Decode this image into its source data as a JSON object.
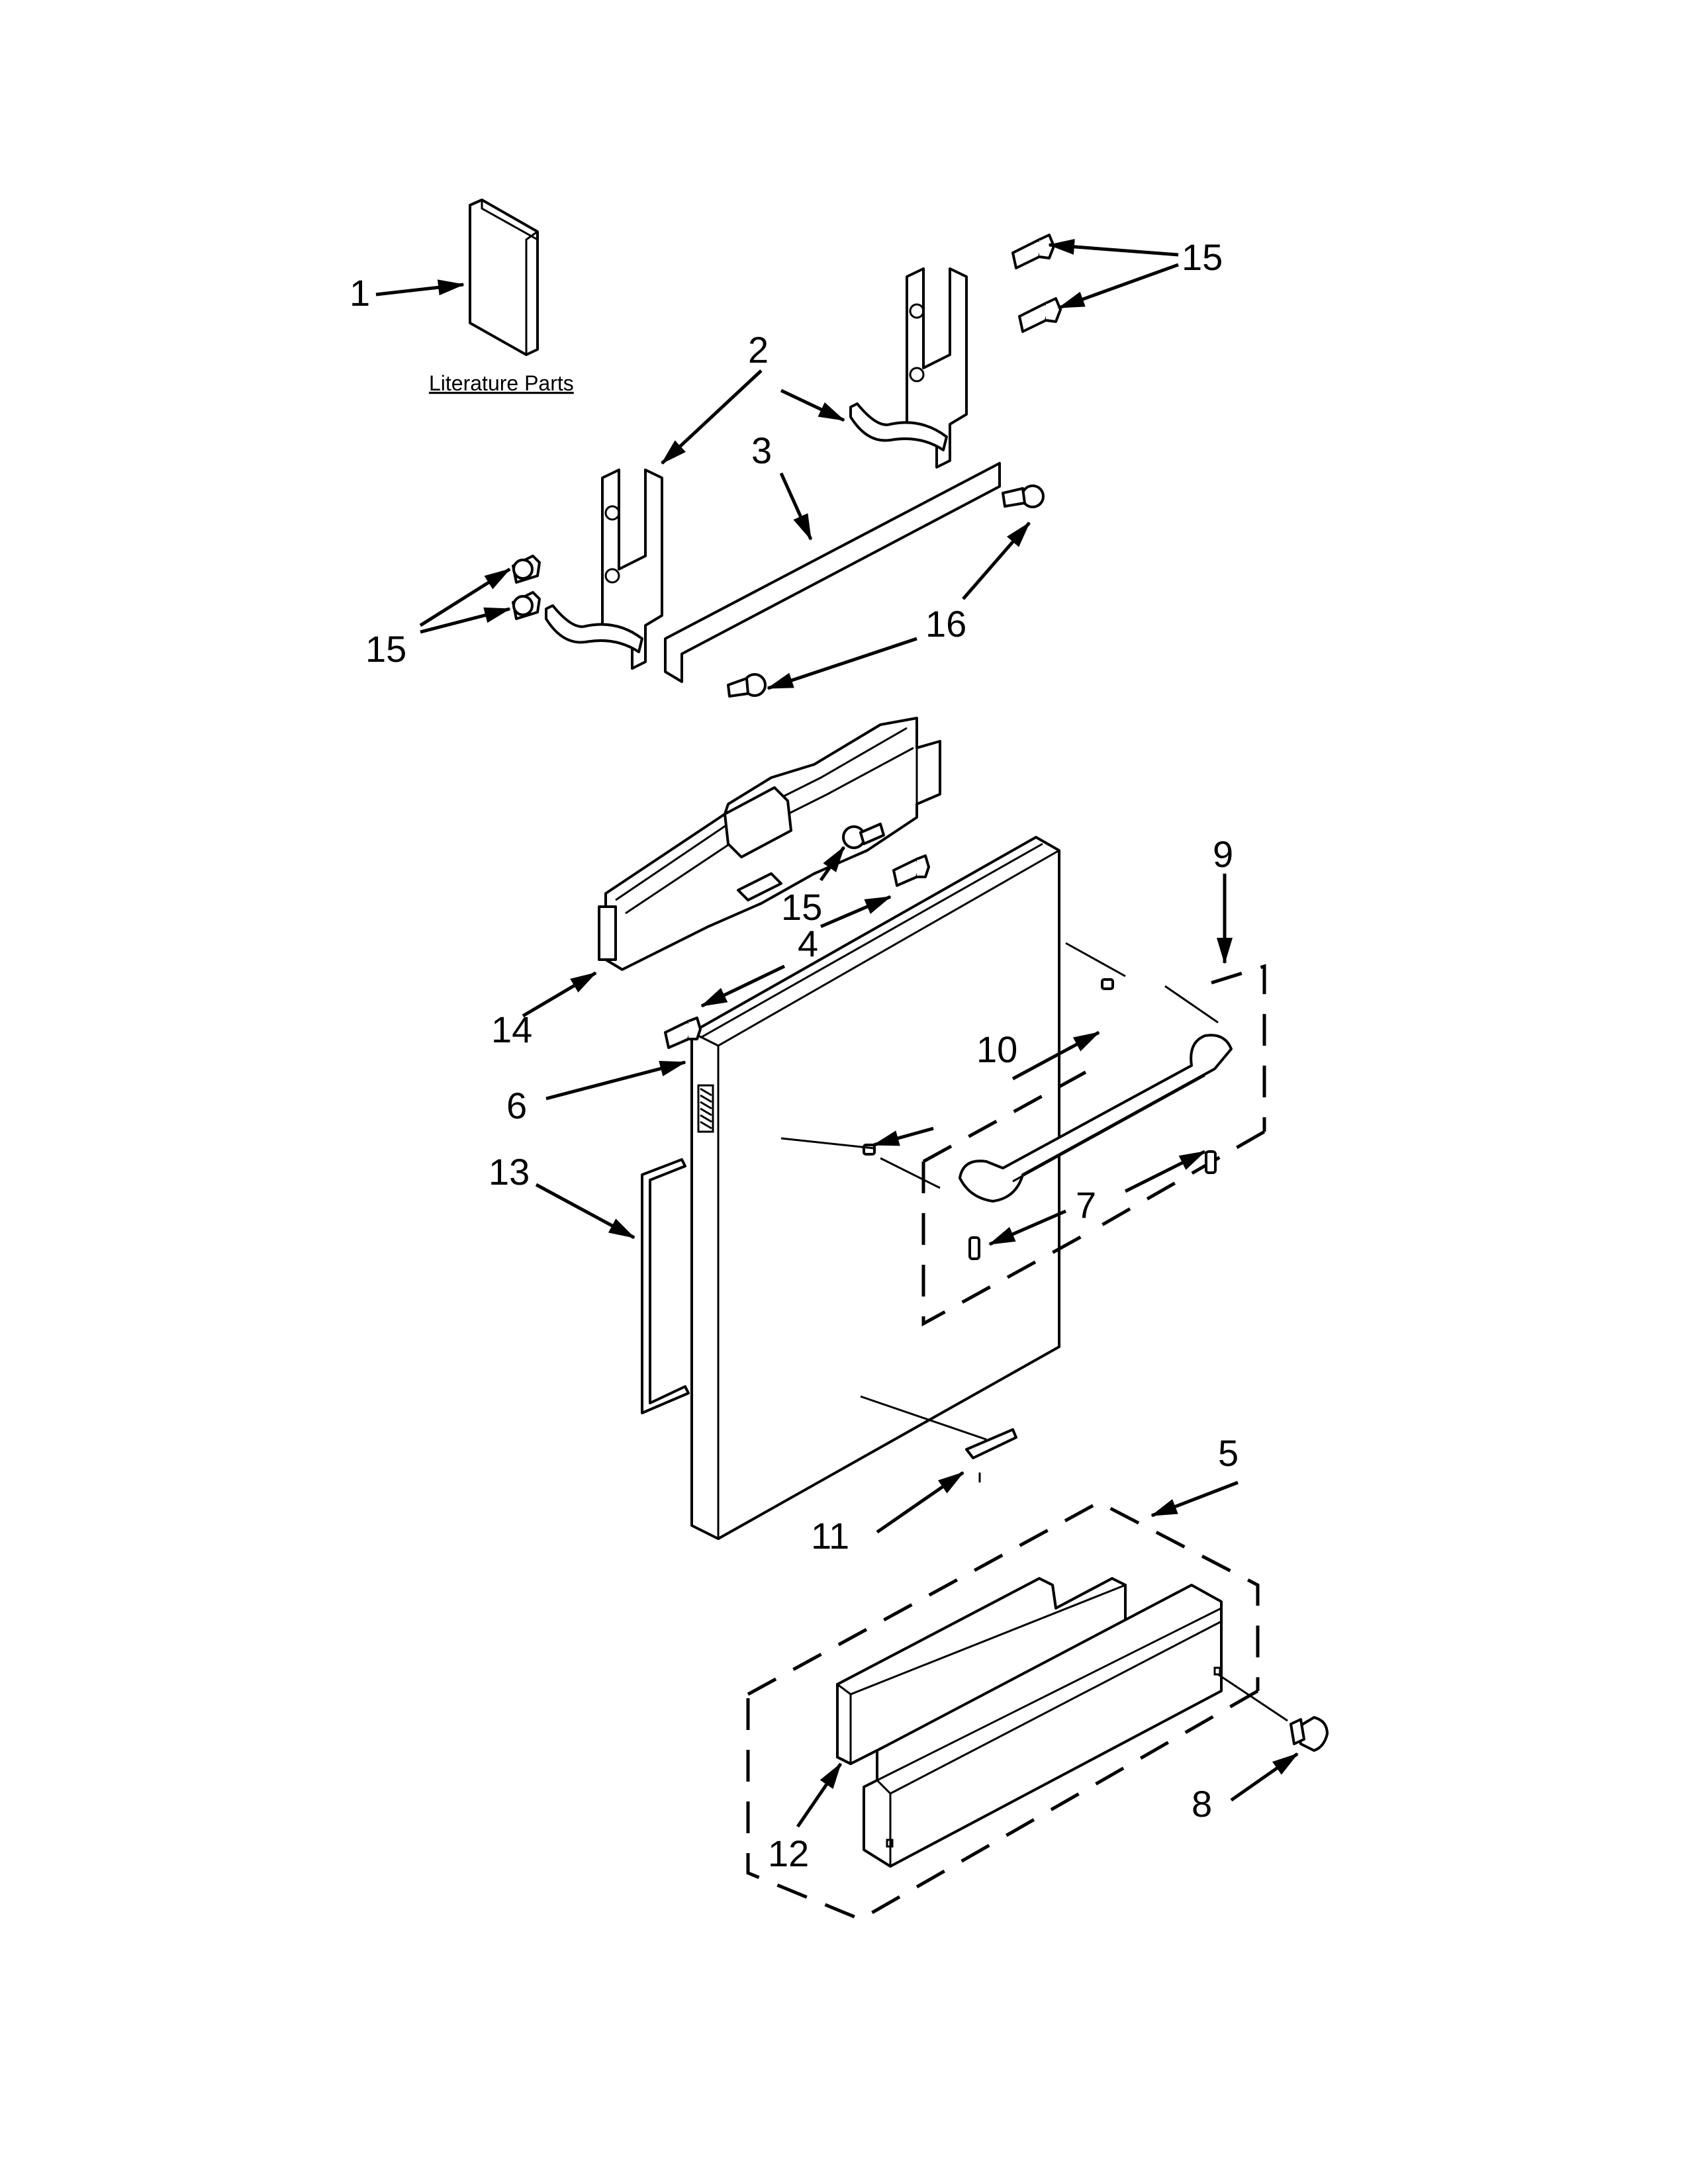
{
  "diagram": {
    "literature_label": "Literature Parts",
    "callouts": {
      "c1": "1",
      "c2": "2",
      "c3": "3",
      "c4": "4",
      "c5": "5",
      "c6": "6",
      "c7": "7",
      "c8": "8",
      "c9": "9",
      "c10": "10",
      "c11": "11",
      "c12": "12",
      "c13": "13",
      "c14": "14",
      "c15a": "15",
      "c15b": "15",
      "c15c": "15",
      "c16": "16"
    }
  }
}
